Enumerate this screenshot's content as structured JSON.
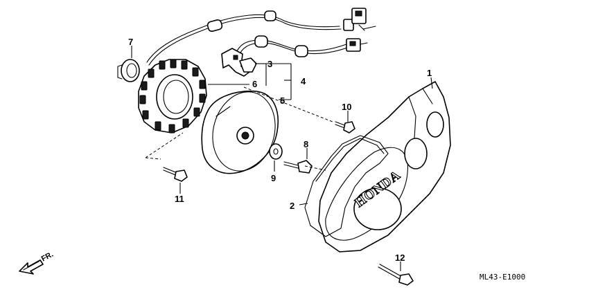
{
  "callouts": {
    "c1": "1",
    "c2": "2",
    "c3": "3",
    "c4": "4",
    "c5": "5",
    "c6": "6",
    "c7": "7",
    "c8": "8",
    "c9": "9",
    "c10": "10",
    "c11": "11",
    "c12": "12"
  },
  "cover_logo": "HONDA",
  "direction_label": "FR.",
  "diagram_code": "ML43-E1000"
}
